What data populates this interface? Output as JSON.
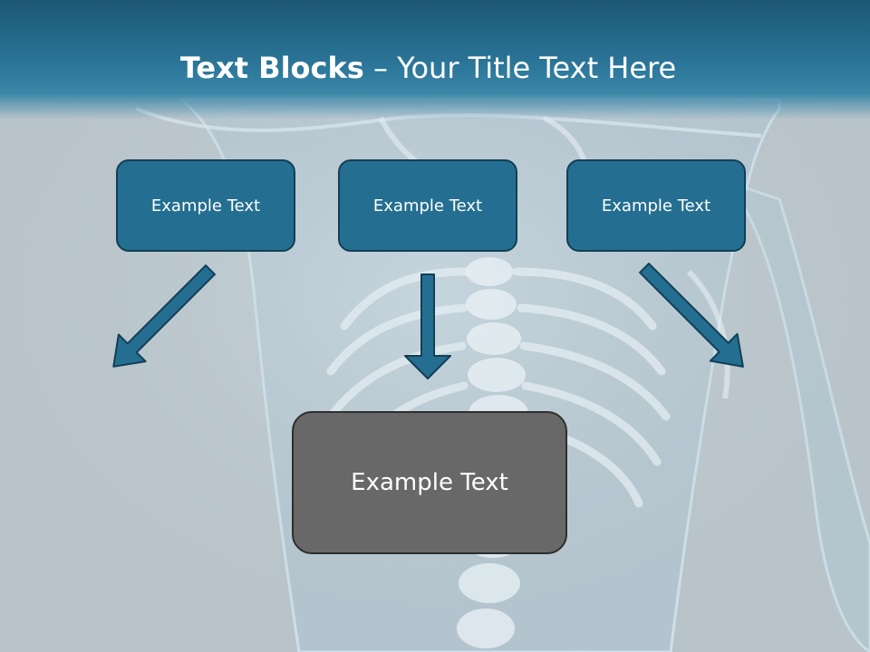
{
  "slide": {
    "title_bold": "Text Blocks",
    "title_rest": " – Your Title Text Here"
  },
  "blocks": [
    {
      "label": "Example Text"
    },
    {
      "label": "Example Text"
    },
    {
      "label": "Example Text"
    }
  ],
  "target": {
    "label": "Example Text"
  },
  "colors": {
    "header": "#1b5774",
    "box_fill": "#246f91",
    "box_border": "#123f55",
    "target_fill": "#686868",
    "arrow_fill": "#246f91"
  }
}
